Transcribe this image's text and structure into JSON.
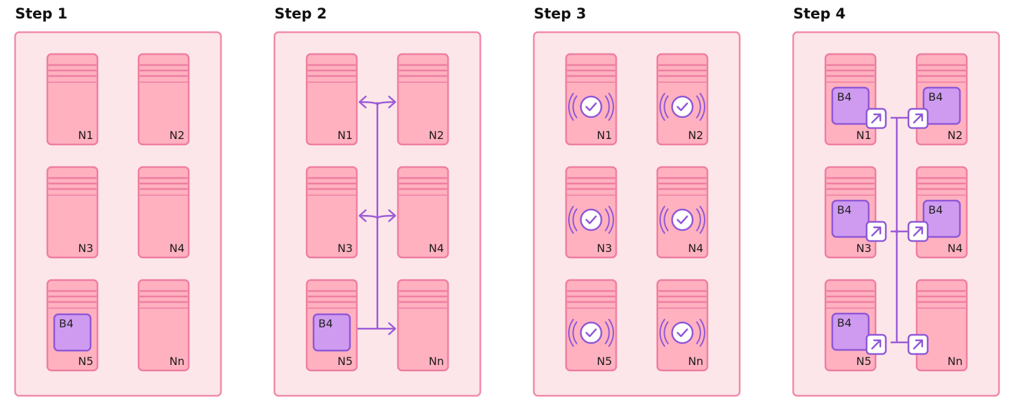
{
  "steps": [
    {
      "title": "Step 1",
      "nodes": [
        {
          "label": "N1",
          "badge": "none"
        },
        {
          "label": "N2",
          "badge": "none"
        },
        {
          "label": "N3",
          "badge": "none"
        },
        {
          "label": "N4",
          "badge": "none"
        },
        {
          "label": "N5",
          "badge": "block",
          "block_label": "B4"
        },
        {
          "label": "Nn",
          "badge": "none"
        }
      ],
      "connector": "none"
    },
    {
      "title": "Step 2",
      "nodes": [
        {
          "label": "N1",
          "badge": "none"
        },
        {
          "label": "N2",
          "badge": "none"
        },
        {
          "label": "N3",
          "badge": "none"
        },
        {
          "label": "N4",
          "badge": "none"
        },
        {
          "label": "N5",
          "badge": "block",
          "block_label": "B4"
        },
        {
          "label": "Nn",
          "badge": "none"
        }
      ],
      "connector": "broadcast-arrows"
    },
    {
      "title": "Step 3",
      "nodes": [
        {
          "label": "N1",
          "badge": "check-icon"
        },
        {
          "label": "N2",
          "badge": "check-icon"
        },
        {
          "label": "N3",
          "badge": "check-icon"
        },
        {
          "label": "N4",
          "badge": "check-icon"
        },
        {
          "label": "N5",
          "badge": "check-icon"
        },
        {
          "label": "Nn",
          "badge": "check-icon"
        }
      ],
      "connector": "none"
    },
    {
      "title": "Step 4",
      "nodes": [
        {
          "label": "N1",
          "badge": "block-commit",
          "block_label": "B4"
        },
        {
          "label": "N2",
          "badge": "block-commit",
          "block_label": "B4"
        },
        {
          "label": "N3",
          "badge": "block-commit",
          "block_label": "B4"
        },
        {
          "label": "N4",
          "badge": "block-commit",
          "block_label": "B4"
        },
        {
          "label": "N5",
          "badge": "block-commit",
          "block_label": "B4"
        },
        {
          "label": "Nn",
          "badge": "commit-only"
        }
      ],
      "connector": "commit-links"
    }
  ],
  "colors": {
    "panel_fill": "#fde6e9",
    "panel_stroke": "#f08aa8",
    "node_fill": "#ffb1c0",
    "node_stroke": "#ee7ea0",
    "block_fill": "#cf9bf0",
    "block_stroke": "#8f57d6",
    "arrow": "#9a5ad8"
  }
}
